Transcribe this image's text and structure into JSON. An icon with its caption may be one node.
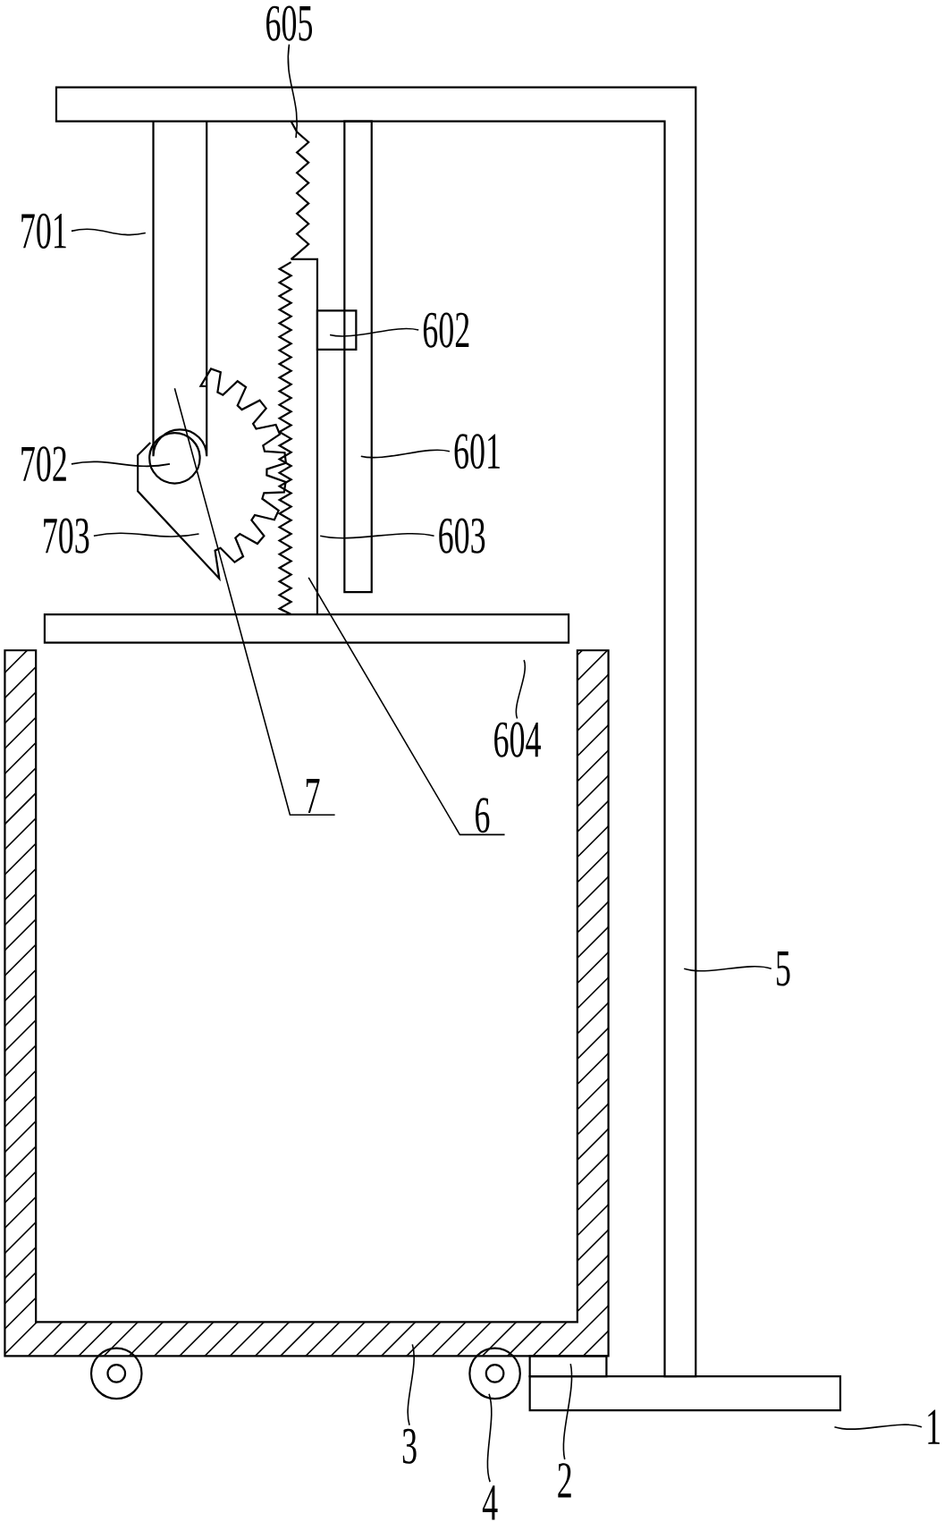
{
  "diagram": {
    "nodes": [
      {
        "text": [
          "605"
        ]
      },
      {
        "text": [
          "701"
        ]
      },
      {
        "text": [
          "602"
        ]
      },
      {
        "text": [
          "601"
        ]
      },
      {
        "text": [
          "702"
        ]
      },
      {
        "text": [
          "703"
        ]
      },
      {
        "text": [
          "603"
        ]
      },
      {
        "text": [
          "604"
        ]
      },
      {
        "text": [
          "7"
        ]
      },
      {
        "text": [
          "6"
        ]
      },
      {
        "text": [
          "5"
        ]
      },
      {
        "text": [
          "1"
        ]
      },
      {
        "text": [
          "3"
        ]
      },
      {
        "text": [
          "2"
        ]
      },
      {
        "text": [
          "4"
        ]
      }
    ],
    "edges": [
      {
        "from": 0,
        "to": null,
        "arrow": "none"
      },
      {
        "from": 1,
        "to": null,
        "arrow": "none"
      },
      {
        "from": 2,
        "to": null,
        "arrow": "none"
      },
      {
        "from": 3,
        "to": null,
        "arrow": "none"
      },
      {
        "from": 4,
        "to": null,
        "arrow": "none"
      },
      {
        "from": 5,
        "to": null,
        "arrow": "none"
      },
      {
        "from": 6,
        "to": null,
        "arrow": "none"
      },
      {
        "from": 7,
        "to": null,
        "arrow": "none"
      },
      {
        "from": 8,
        "to": null,
        "arrow": "none"
      },
      {
        "from": 9,
        "to": null,
        "arrow": "none"
      },
      {
        "from": 10,
        "to": null,
        "arrow": "none"
      },
      {
        "from": 11,
        "to": null,
        "arrow": "none"
      },
      {
        "from": 12,
        "to": null,
        "arrow": "none"
      },
      {
        "from": 13,
        "to": null,
        "arrow": "none"
      },
      {
        "from": 14,
        "to": null,
        "arrow": "none"
      }
    ]
  }
}
